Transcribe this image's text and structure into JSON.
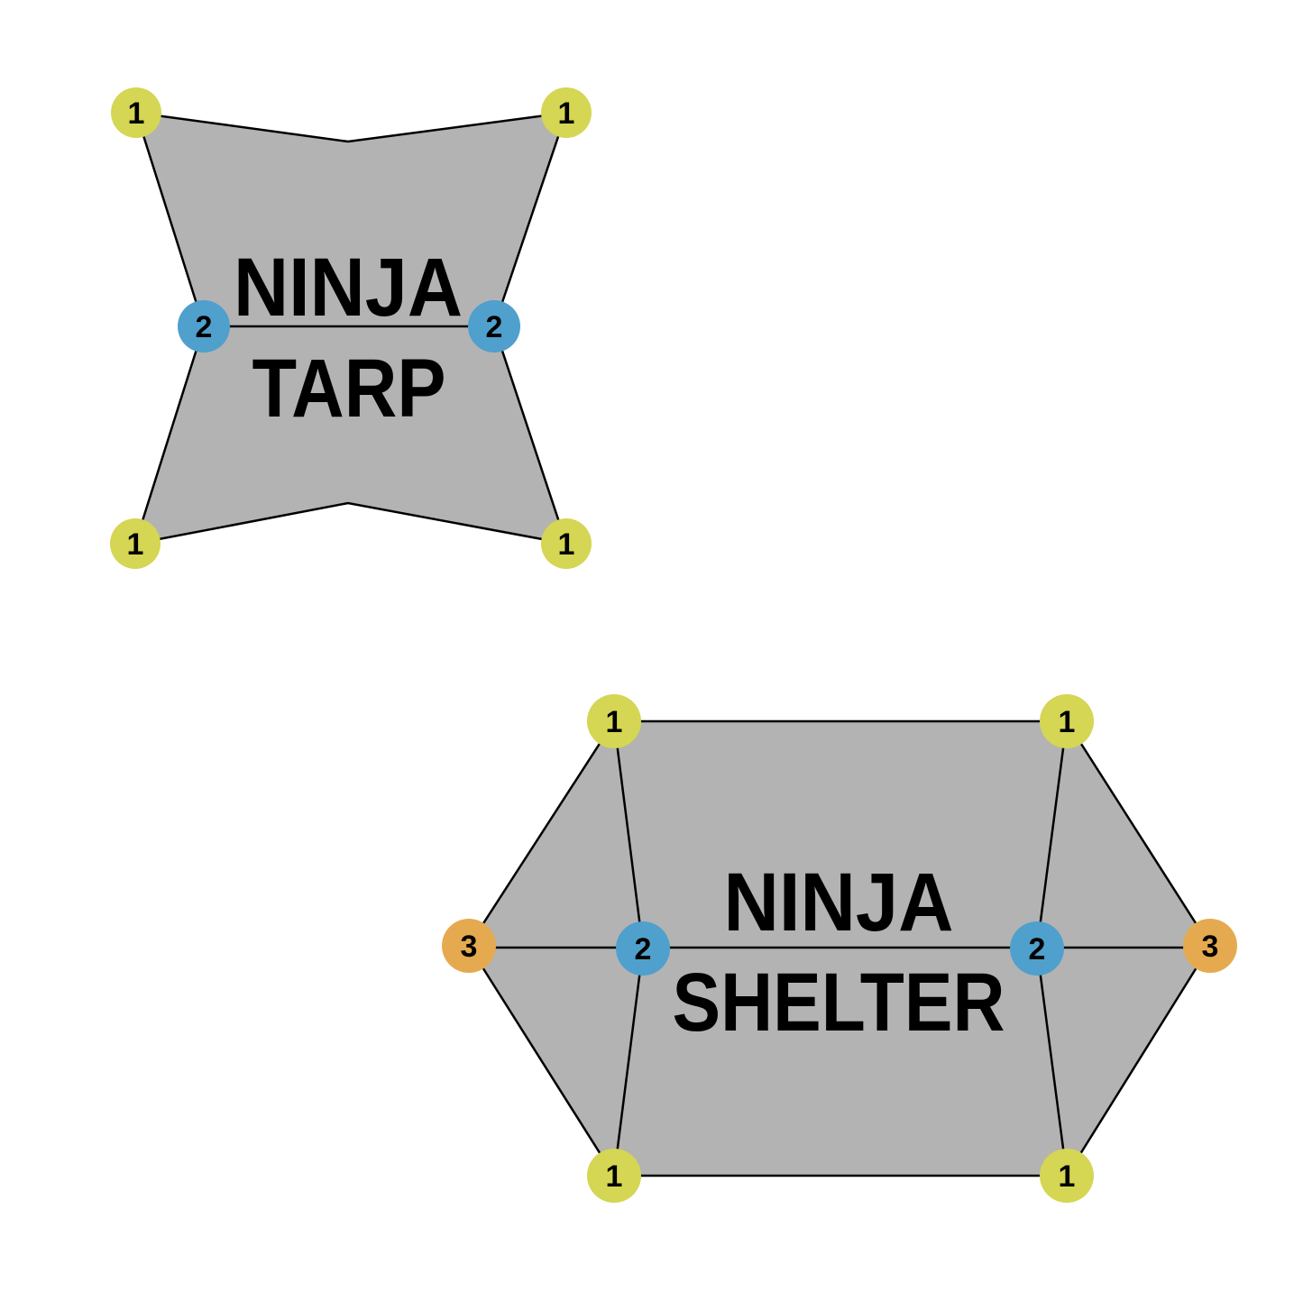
{
  "colors": {
    "primary": "#d4d654",
    "secondary": "#4fa0cc",
    "tertiary": "#e5aa50",
    "fabric": "#b3b3b3"
  },
  "tarp": {
    "title_line1": "NINJA",
    "title_line2": "TARP",
    "corner_label": "1",
    "mid_label": "2"
  },
  "shelter": {
    "title_line1": "NINJA",
    "title_line2": "SHELTER",
    "corner_label": "1",
    "mid_label": "2",
    "side_label": "3"
  }
}
